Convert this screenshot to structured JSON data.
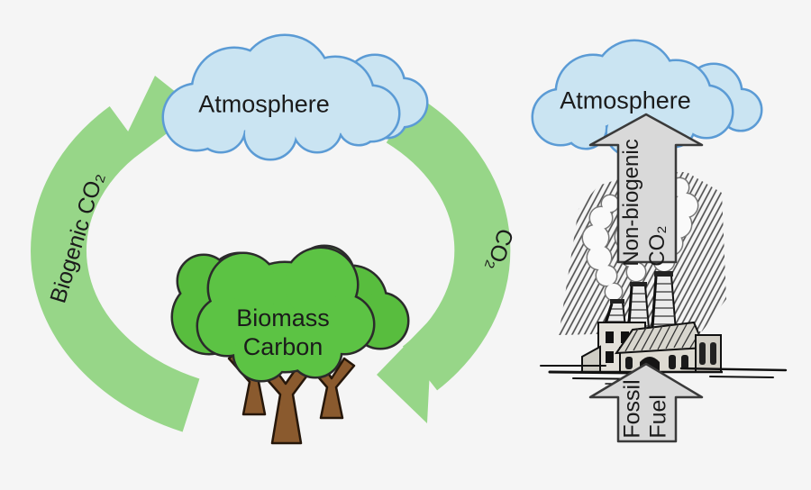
{
  "left_cycle": {
    "atmosphere_label": "Atmosphere",
    "arrow_up_label": "Biogenic CO₂",
    "arrow_down_label": "CO₂",
    "biomass_line1": "Biomass",
    "biomass_line2": "Carbon"
  },
  "right_flow": {
    "atmosphere_label": "Atmosphere",
    "emission_arrow_line1": "Non-biogenic",
    "emission_arrow_line2": "CO₂",
    "input_arrow_line1": "Fossil",
    "input_arrow_line2": "Fuel"
  },
  "colors": {
    "background": "#f5f5f5",
    "cycle_green": "#97d688",
    "tree_green": "#58bd3e",
    "tree_outline": "#2b2b2b",
    "trunk_brown": "#8a5a2e",
    "cloud_fill": "#cae4f2",
    "cloud_border": "#5b9bd5",
    "gray_arrow_fill": "#d9d9d9",
    "gray_arrow_border": "#3a3a3a",
    "text": "#1b1b1b"
  }
}
